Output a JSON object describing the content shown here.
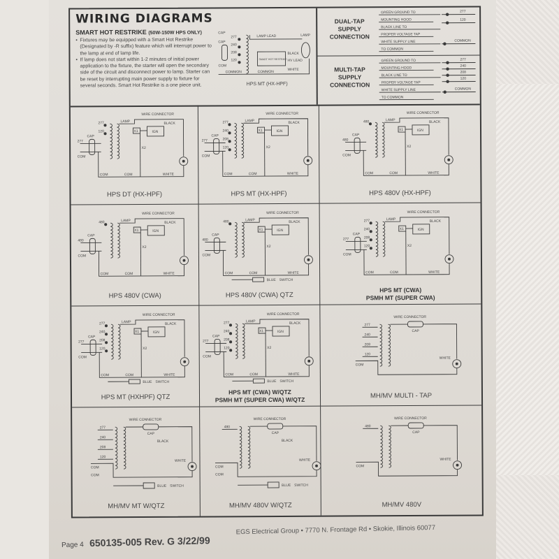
{
  "title": "WIRING DIAGRAMS",
  "smart_hot_restrike": {
    "heading": "SMART HOT RESTRIKE",
    "heading_note": "(50W-150W HPS ONLY)",
    "bullets": [
      "Fixtures may be equipped with a Smart Hot Restrike (Designated by -R suffix) feature which will interrupt power to the lamp at end of lamp life.",
      "If lamp does not start within 1-2 minutes of initial power application to the fixture, the starter will open the secondary side of the circuit and disconnect power to lamp. Starter can be reset by interrupting main power supply to fixture for several seconds. Smart Hot Restrike is a one piece unit."
    ],
    "diagram": {
      "caption": [
        "HPS MT (HX-HPF)"
      ],
      "labels": {
        "cap": "CAP",
        "cap2": "CAP",
        "com": "COM",
        "common": "COMMON",
        "common2": "COMMON",
        "lamp_lead": "LAMP LEAD",
        "lamp": "LAMP",
        "black": "BLACK",
        "hv_lead": "HV LEAD",
        "white": "WHITE",
        "box": "SMART HOT RESTRIKE"
      },
      "taps": [
        "277",
        "240",
        "208",
        "120"
      ]
    }
  },
  "dual_tap": {
    "title": [
      "DUAL-TAP",
      "SUPPLY",
      "CONNECTION"
    ],
    "lines": [
      "GREEN GROUND TO",
      "MOUNTING HOOD",
      "BLACK LINE TO",
      "PROPER VOLTAGE TAP",
      "WHITE SUPPLY LINE",
      "TO COMMON"
    ],
    "taps": [
      "277",
      "120",
      "COMMON"
    ]
  },
  "multi_tap": {
    "title": [
      "MULTI-TAP",
      "SUPPLY",
      "CONNECTION"
    ],
    "lines": [
      "GREEN GROUND TO",
      "MOUNTING HOOD",
      "BLACK LINE TO",
      "PROPER VOLTAGE TAP",
      "WHITE SUPPLY LINE",
      "TO COMMON"
    ],
    "taps": [
      "277",
      "240",
      "208",
      "120",
      "COMMON"
    ]
  },
  "diagrams": [
    {
      "caption": [
        "HPS DT (HX-HPF)"
      ],
      "bold": false,
      "taps": [
        "277",
        "120"
      ],
      "labels": {
        "wc": "WIRE CONNECTOR",
        "lamp": "LAMP",
        "black": "BLACK",
        "ign": "IGN",
        "x2": "X2",
        "x1": "X1",
        "com": "COM",
        "white": "WHITE",
        "com2": "COM",
        "cap": "CAP"
      }
    },
    {
      "caption": [
        "HPS MT (HX-HPF)"
      ],
      "bold": false,
      "taps": [
        "277",
        "240",
        "208",
        "120"
      ],
      "labels": {
        "wc": "WIRE CONNECTOR",
        "lamp": "LAMP",
        "black": "BLACK",
        "ign": "IGN",
        "x2": "X2",
        "x1": "X1",
        "com": "COM",
        "white": "WHITE",
        "com2": "COM",
        "cap": "CAP"
      }
    },
    {
      "caption": [
        "HPS 480V (HX-HPF)"
      ],
      "bold": false,
      "taps": [
        "480"
      ],
      "labels": {
        "wc": "WIRE CONNECTOR",
        "lamp": "LAMP",
        "black": "BLACK",
        "ign": "IGN",
        "x2": "X2",
        "x1": "X1",
        "com": "COM",
        "white": "WHITE",
        "com2": "COM",
        "cap": "CAP"
      }
    },
    {
      "caption": [
        "HPS 480V (CWA)"
      ],
      "bold": false,
      "taps": [
        "480"
      ],
      "labels": {
        "wc": "WIRE CONNECTOR",
        "lamp": "LAMP",
        "black": "BLACK",
        "ign": "IGN",
        "x2": "X2",
        "x1": "X1",
        "com": "COM",
        "white": "WHITE",
        "com2": "COM",
        "cap": "CAP"
      }
    },
    {
      "caption": [
        "HPS 480V (CWA) QTZ"
      ],
      "bold": false,
      "taps": [
        "480"
      ],
      "labels": {
        "wc": "WIRE CONNECTOR",
        "lamp": "LAMP",
        "black": "BLACK",
        "ign": "IGN",
        "x2": "X2",
        "x1": "X1",
        "com": "COM",
        "white": "WHITE",
        "com2": "COM",
        "cap": "CAP",
        "blue": "BLUE",
        "switch": "SWITCH"
      }
    },
    {
      "caption": [
        "HPS MT (CWA)",
        "PSMH MT (SUPER CWA)"
      ],
      "bold": true,
      "taps": [
        "277",
        "240",
        "208",
        "120"
      ],
      "labels": {
        "wc": "WIRE CONNECTOR",
        "lamp": "LAMP",
        "black": "BLACK",
        "ign": "IGN",
        "x2": "X2",
        "x1": "X1",
        "com": "COM",
        "white": "WHITE",
        "com2": "COM",
        "cap": "CAP"
      }
    },
    {
      "caption": [
        "HPS MT (HXHPF) QTZ"
      ],
      "bold": false,
      "taps": [
        "277",
        "240",
        "208",
        "120"
      ],
      "labels": {
        "wc": "WIRE CONNECTOR",
        "lamp": "LAMP",
        "black": "BLACK",
        "ign": "IGN",
        "x2": "X2",
        "x1": "X1",
        "com": "COM",
        "white": "WHITE",
        "com2": "COM",
        "cap": "CAP",
        "blue": "BLUE",
        "switch": "SWITCH"
      }
    },
    {
      "caption": [
        "HPS MT (CWA) W/QTZ",
        "PSMH MT (SUPER CWA) W/QTZ"
      ],
      "bold": true,
      "taps": [
        "277",
        "240",
        "208",
        "120"
      ],
      "labels": {
        "wc": "WIRE CONNECTOR",
        "lamp": "LAMP",
        "black": "BLACK",
        "ign": "IGN",
        "x2": "X2",
        "x1": "X1",
        "com": "COM",
        "white": "WHITE",
        "com2": "COM",
        "cap": "CAP",
        "blue": "BLUE",
        "switch": "SWITCH"
      }
    },
    {
      "caption": [
        "MH/MV MULTI - TAP"
      ],
      "bold": false,
      "taps": [
        "277",
        "240",
        "208",
        "120"
      ],
      "labels": {
        "wc": "WIRE CONNECTOR",
        "cap": "CAP",
        "com": "COM",
        "white": "WHITE"
      }
    },
    {
      "caption": [
        "MH/MV MT W/QTZ"
      ],
      "bold": false,
      "taps": [
        "277",
        "240",
        "208",
        "120"
      ],
      "labels": {
        "wc": "WIRE CONNECTOR",
        "cap": "CAP",
        "black": "BLACK",
        "com": "COM",
        "white": "WHITE",
        "blue": "BLUE",
        "switch": "SWITCH",
        "com2": "COM"
      }
    },
    {
      "caption": [
        "MH/MV 480V W/QTZ"
      ],
      "bold": false,
      "taps": [
        "480"
      ],
      "labels": {
        "wc": "WIRE CONNECTOR",
        "cap": "CAP",
        "black": "BLACK",
        "com": "COM",
        "white": "WHITE",
        "blue": "BLUE",
        "switch": "SWITCH",
        "com2": "COM"
      }
    },
    {
      "caption": [
        "MH/MV 480V"
      ],
      "bold": false,
      "taps": [
        "480"
      ],
      "labels": {
        "wc": "WIRE CONNECTOR",
        "cap": "CAP",
        "com": "COM",
        "white": "WHITE"
      }
    }
  ],
  "footer": {
    "page": "Page 4",
    "doc": "650135-005 Rev. G  3/22/99",
    "address": "EGS Electrical Group • 7770 N. Frontage Rd • Skokie, Illinois 60077"
  }
}
